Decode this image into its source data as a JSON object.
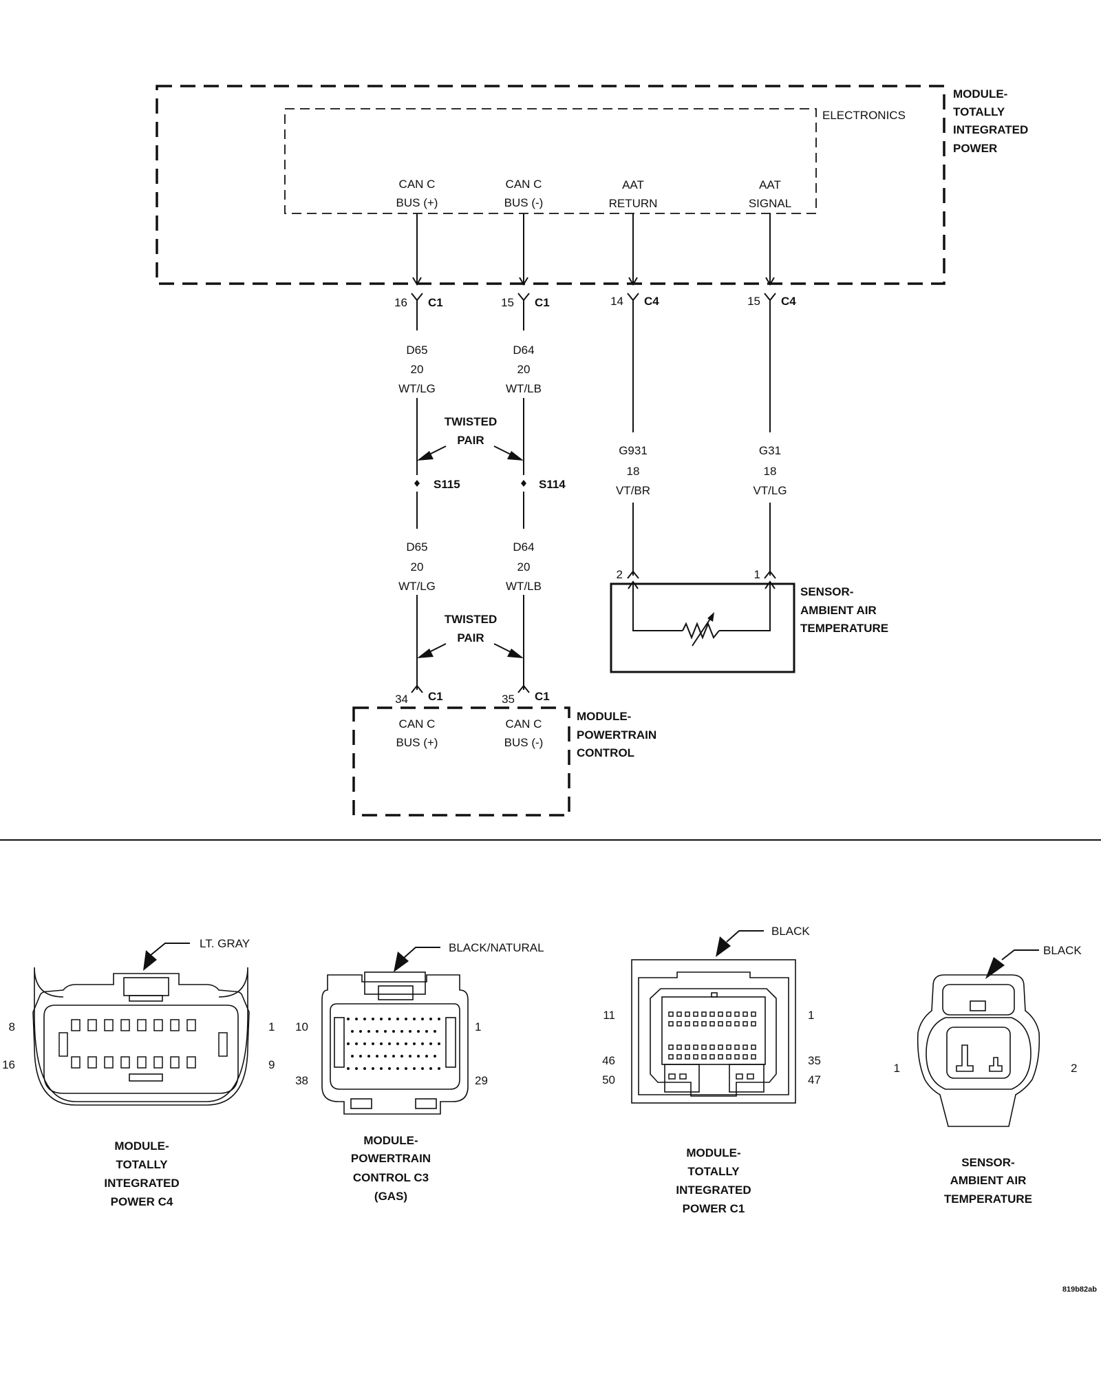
{
  "tipm": {
    "title_lines": [
      "MODULE-",
      "TOTALLY",
      "INTEGRATED",
      "POWER"
    ],
    "inner_label": "ELECTRONICS",
    "pins": [
      {
        "line1": "CAN C",
        "line2": "BUS (+)",
        "cav": "16",
        "conn": "C1"
      },
      {
        "line1": "CAN C",
        "line2": "BUS (-)",
        "cav": "15",
        "conn": "C1"
      },
      {
        "line1": "AAT",
        "line2": "RETURN",
        "cav": "14",
        "conn": "C4"
      },
      {
        "line1": "AAT",
        "line2": "SIGNAL",
        "cav": "15",
        "conn": "C4"
      }
    ]
  },
  "wires_upper": [
    {
      "circuit": "D65",
      "gauge": "20",
      "color": "WT/LG"
    },
    {
      "circuit": "D64",
      "gauge": "20",
      "color": "WT/LB"
    },
    {
      "circuit": "G931",
      "gauge": "18",
      "color": "VT/BR"
    },
    {
      "circuit": "G31",
      "gauge": "18",
      "color": "VT/LG"
    }
  ],
  "twisted_pair": {
    "line1": "TWISTED",
    "line2": "PAIR"
  },
  "splices": {
    "left": "S115",
    "right": "S114"
  },
  "wires_lower": [
    {
      "circuit": "D65",
      "gauge": "20",
      "color": "WT/LG"
    },
    {
      "circuit": "D64",
      "gauge": "20",
      "color": "WT/LB"
    }
  ],
  "sensor": {
    "title_lines": [
      "SENSOR-",
      "AMBIENT AIR",
      "TEMPERATURE"
    ],
    "pin_left": "2",
    "pin_right": "1"
  },
  "pcm": {
    "title_lines": [
      "MODULE-",
      "POWERTRAIN",
      "CONTROL"
    ],
    "pins": [
      {
        "line1": "CAN C",
        "line2": "BUS (+)",
        "cav": "34",
        "conn": "C1"
      },
      {
        "line1": "CAN C",
        "line2": "BUS (-)",
        "cav": "35",
        "conn": "C1"
      }
    ]
  },
  "connectors": [
    {
      "color": "LT. GRAY",
      "pins": [
        "8",
        "1",
        "16",
        "9"
      ],
      "caption_lines": [
        "MODULE-",
        "TOTALLY",
        "INTEGRATED",
        "POWER C4"
      ]
    },
    {
      "color": "BLACK/NATURAL",
      "pins": [
        "10",
        "1",
        "38",
        "29"
      ],
      "caption_lines": [
        "MODULE-",
        "POWERTRAIN",
        "CONTROL C3",
        "(GAS)"
      ]
    },
    {
      "color": "BLACK",
      "pins": [
        "11",
        "1",
        "46",
        "35",
        "50",
        "47"
      ],
      "caption_lines": [
        "MODULE-",
        "TOTALLY",
        "INTEGRATED",
        "POWER C1"
      ]
    },
    {
      "color": "BLACK",
      "pins": [
        "1",
        "2"
      ],
      "caption_lines": [
        "SENSOR-",
        "AMBIENT AIR",
        "TEMPERATURE"
      ]
    }
  ],
  "figure_id": "819b82ab"
}
